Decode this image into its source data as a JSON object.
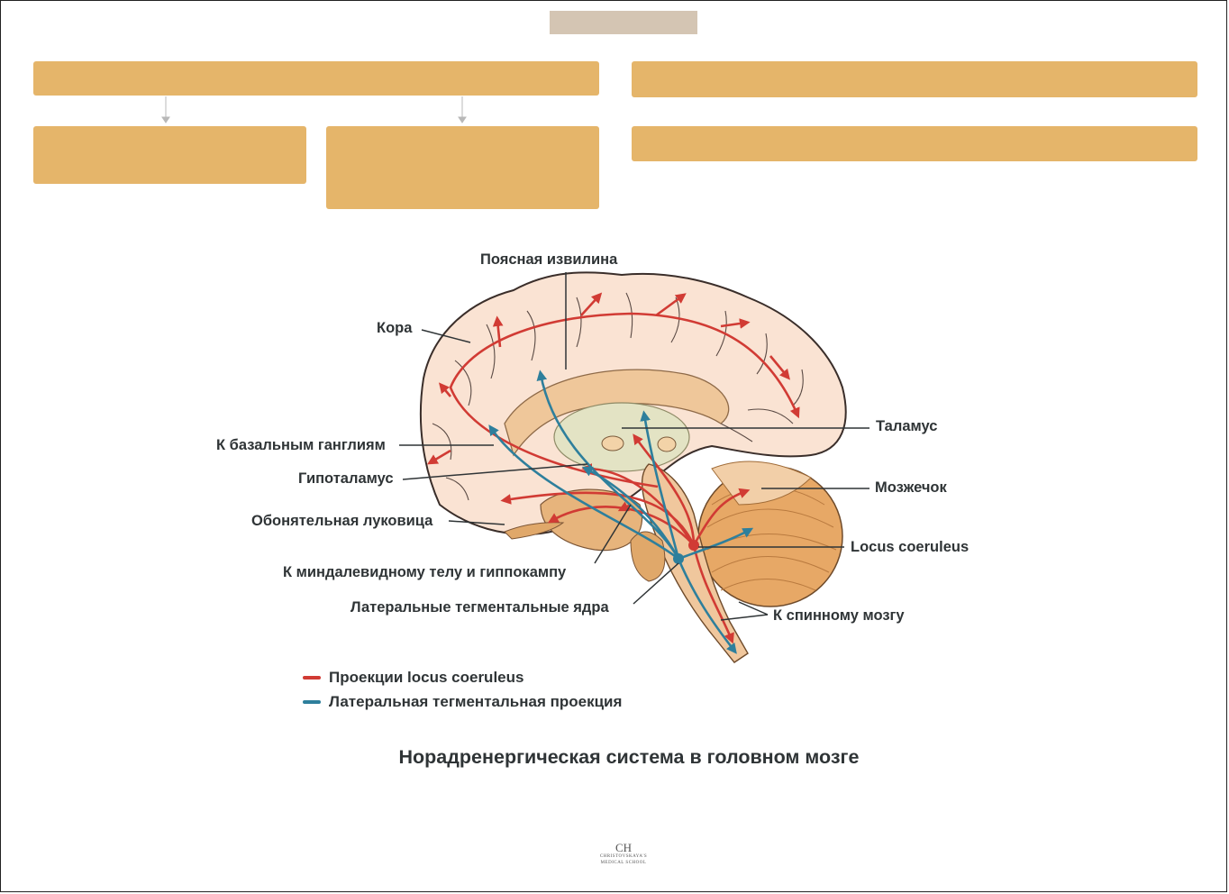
{
  "diagram": {
    "labels": {
      "cingulate": "Поясная извилина",
      "cortex": "Кора",
      "thalamus": "Таламус",
      "basal_ganglia": "К базальным ганглиям",
      "hypothalamus": "Гипоталамус",
      "cerebellum": "Мозжечок",
      "olfactory_bulb": "Обонятельная луковица",
      "locus_coeruleus": "Locus coeruleus",
      "amygdala_hippocampus": "К миндалевидному телу и гиппокампу",
      "lateral_tegmental": "Латеральные тегментальные ядра",
      "spinal_cord": "К спинному мозгу"
    },
    "legend": [
      {
        "label": "Проекции locus coeruleus",
        "color": "#d13b34"
      },
      {
        "label": "Латеральная тегментальная проекция",
        "color": "#2e7f9c"
      }
    ],
    "caption": "Норадренергическая система в головном мозге"
  },
  "logo": {
    "monogram": "CH",
    "name": "CHRISTOVSKAYA'S",
    "sub": "MEDICAL SCHOOL"
  },
  "colors": {
    "box": "#e5b56a",
    "tab": "#d4c5b3",
    "lc_projection": "#d13b34",
    "lt_projection": "#2e7f9c",
    "cortex_fill": "#fae3d3",
    "deep_fill": "#efc79a",
    "cerebellum_fill": "#e7a866"
  }
}
